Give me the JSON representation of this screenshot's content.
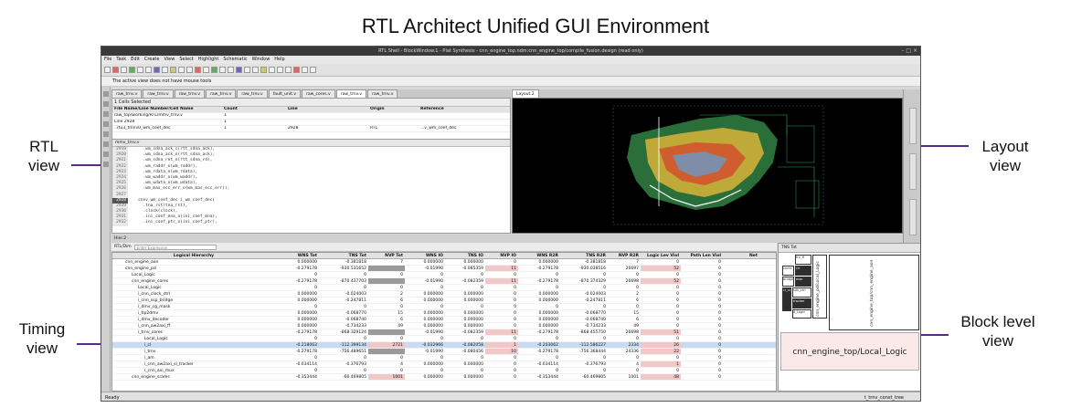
{
  "figure": {
    "title": "RTL Architect Unified GUI Environment",
    "callouts": {
      "rtl": "RTL\nview",
      "layout": "Layout\nview",
      "timing": "Timing\nview",
      "block": "Block level\nview"
    },
    "accent_color": "#5b2a82"
  },
  "window": {
    "title": "RTL Shell - BlockWindow.1 - Plat Synthesis - cnn_engine_top.ndm:cnn_engine_top/compile_fusion.design (read only)",
    "menu": [
      "File",
      "Task",
      "Edit",
      "Create",
      "View",
      "Select",
      "Highlight",
      "Schematic",
      "Window",
      "Help"
    ],
    "info_message": "The active view does not have mouse tools",
    "tabs": [
      "raw_trnv.v",
      "raw_trnv.v",
      "raw_trnv.v",
      "raw_trnv.v",
      "raw_trnv.v",
      "fault_unit.v",
      "raw_cores.v",
      "raw_trnv.v",
      "raw_trnv.v"
    ],
    "layout_tab": "Layout.2",
    "status_left": "Ready",
    "status_right": "t_trnv_const_tree"
  },
  "rtl_view": {
    "cells_header": "1 Cells Selected",
    "columns": [
      "File Name/Line Number/Cell Name",
      "Count",
      "Line",
      "Origin",
      "Reference"
    ],
    "rows": [
      [
        "raw_top/working/RTL/mmv_trnv.v",
        "1",
        "",
        "",
        ""
      ],
      [
        "Line 2928",
        "1",
        "",
        "",
        ""
      ],
      [
        "..rtu3_tmnv0_wm_coef_dec",
        "1",
        "2928",
        "RTL",
        "...v_wm_coef_dec"
      ]
    ],
    "file_tab": "mmv_trnv.v",
    "code": [
      {
        "ln": "2919",
        "text": "     .wm_sdna_ack_c(rtt_sdna_ack),"
      },
      {
        "ln": "2920",
        "text": "     .wm_sdna_ack_o(rtt_sdna_ack),"
      },
      {
        "ln": "2921",
        "text": "     .wm_sdna_ret_o(rtt_sdna_rd),"
      },
      {
        "ln": "2922",
        "text": "     .wm_raddr_o(wm_raddr),"
      },
      {
        "ln": "2923",
        "text": "     .wm_rdata_o(wm_rdata),"
      },
      {
        "ln": "2924",
        "text": "     .wm_waddr_o(wm_waddr),"
      },
      {
        "ln": "2925",
        "text": "     .wm_wdata_o(wm_wdata),"
      },
      {
        "ln": "2926",
        "text": "     .wm_mas_ecc_err_o(wm_mas_ecc_err));"
      },
      {
        "ln": "2927",
        "text": ""
      },
      {
        "ln": "2928",
        "text": "   cnnv_wm_coef_dec i_wm_coef_dec("
      },
      {
        "ln": "2929",
        "text": "     .tna_rst(tna_rst),"
      },
      {
        "ln": "2930",
        "text": "     .clock(clock),"
      },
      {
        "ln": "2931",
        "text": "     .ini_coef_mna_o(ini_coef_mna),"
      },
      {
        "ln": "2932",
        "text": "     .ini_coef_ptr_o(ini_coef_ptr),"
      }
    ],
    "highlight_line": "2928"
  },
  "timing_view": {
    "tab": "Hier.2",
    "filter_mode": "RTL/Dim",
    "filter_placeholder": "Enter Expression",
    "area_attr_label": "Area Attr:",
    "area_attr_value": "TNS Tot",
    "columns": [
      "Logical Hierarchy",
      "WNS Tot",
      "TNS Tot",
      "NVP Tot",
      "WNS IO",
      "TNS IO",
      "NVP IO",
      "WNS R2R",
      "TNS R2R",
      "NVP R2R",
      "Logic Lev Viol",
      "Path Len Viol",
      "Net"
    ],
    "rows": [
      [
        "cnn_engine_aon",
        "0.000000",
        "-0.381818",
        "7",
        "0.000000",
        "0.000000",
        "0",
        "0.000000",
        "-0.381818",
        "7",
        "0",
        "0",
        ""
      ],
      [
        "cnn_engine_pd",
        "-0.279178",
        "-930.531652",
        "",
        "-0.01990",
        "-0.085359",
        "11",
        "-0.279178",
        "-930.038516",
        "26697",
        "52",
        "0",
        ""
      ],
      [
        "Local_Logic",
        "0",
        "0",
        "0",
        "0",
        "0",
        "0",
        "0",
        "0",
        "0",
        "0",
        "0",
        ""
      ],
      [
        "cnn_engine_cores",
        "-0.279178",
        "-870.437703",
        "",
        "-0.01990",
        "-0.082359",
        "11",
        "-0.279178",
        "-870.374329",
        "26698",
        "52",
        "0",
        ""
      ],
      [
        "Local_Logic",
        "0",
        "0",
        "0",
        "0",
        "0",
        "0",
        "0",
        "0",
        "0",
        "0",
        "0",
        ""
      ],
      [
        "i_cnn_clock_ctrl",
        "0.000000",
        "-0.024003",
        "2",
        "0.000000",
        "0.000000",
        "0",
        "0.000000",
        "-0.024003",
        "2",
        "0",
        "0",
        ""
      ],
      [
        "i_cnn_ssp_bridge",
        "0.000000",
        "-0.247811",
        "6",
        "0.000000",
        "0.000000",
        "0",
        "0.000000",
        "-0.247811",
        "6",
        "0",
        "0",
        ""
      ],
      [
        "i_dmv_cg_mask",
        "0",
        "0",
        "0",
        "0",
        "0",
        "0",
        "0",
        "0",
        "0",
        "0",
        "0",
        ""
      ],
      [
        "i_tlp2dmv",
        "0.000000",
        "-0.068770",
        "15",
        "0.000000",
        "0.000000",
        "0",
        "0.000000",
        "-0.068770",
        "15",
        "0",
        "0",
        ""
      ],
      [
        "i_dmv_decoder",
        "0.000000",
        "-0.068740",
        "6",
        "0.000000",
        "0.000000",
        "0",
        "0.000000",
        "-0.068740",
        "6",
        "0",
        "0",
        ""
      ],
      [
        "i_cnn_aw2axi_ff",
        "0.000000",
        "-0.734233",
        "49",
        "0.000000",
        "0.000000",
        "0",
        "0.000000",
        "-0.734233",
        "49",
        "0",
        "0",
        ""
      ],
      [
        "i_trnv_cores",
        "-0.279178",
        "-868.329124",
        "",
        "-0.01990",
        "-0.082359",
        "11",
        "-0.279178",
        "-868.455750",
        "26698",
        "51",
        "0",
        ""
      ],
      [
        "Local_Logic",
        "0",
        "0",
        "0",
        "0",
        "0",
        "0",
        "0",
        "0",
        "0",
        "0",
        "0",
        ""
      ],
      [
        "i_cl",
        "-0.218063",
        "-112.399134",
        "2721",
        "-0.032966",
        "-0.082058",
        "1",
        "-0.203062",
        "-112.586227",
        "2334",
        "26",
        "0",
        ""
      ],
      [
        "i_trnv",
        "-0.279178",
        "-756.489651",
        "",
        "-0.01990",
        "-0.080456",
        "10",
        "-0.279178",
        "-756.368444",
        "24336",
        "22",
        "0",
        ""
      ],
      [
        "i_am",
        "0",
        "0",
        "0",
        "0",
        "0",
        "0",
        "0",
        "0",
        "0",
        "0",
        "0",
        ""
      ],
      [
        "i_cnn_aw2axi_sl_tracker",
        "-0.034114",
        "-0.376793",
        "4",
        "0.000000",
        "0.000000",
        "0",
        "-0.034114",
        "-0.376793",
        "4",
        "1",
        "0",
        ""
      ],
      [
        "i_cnn_axi_mux",
        "0",
        "0",
        "0",
        "0",
        "0",
        "0",
        "0",
        "0",
        "0",
        "0",
        "0",
        ""
      ],
      [
        "cnn_engine_srams",
        "-0.353444",
        "-60.469805",
        "1001",
        "0.000000",
        "0.000000",
        "0",
        "-0.353444",
        "-60.469805",
        "1001",
        "48",
        "0",
        ""
      ]
    ]
  },
  "block_view": {
    "name": "cnn_engine_top/Local_Logic",
    "vertical_labels": [
      "cnn_engine_top/cnn_engine_aon",
      "cnn_engine_pd/Local_Logic"
    ],
    "blocks": [
      "trv_ff",
      "clr",
      "cores",
      "mac",
      "bridge",
      "cl_core",
      "sdk_ctrl",
      "tracker",
      "d_Logic"
    ]
  }
}
